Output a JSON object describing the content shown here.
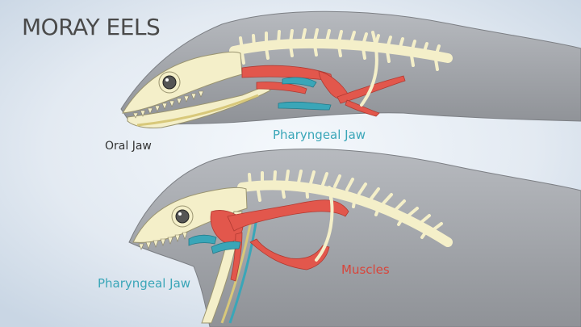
{
  "title": "MORAY EELS",
  "labels": {
    "oral_jaw": "Oral Jaw",
    "pharyngeal_jaw_top": "Pharyngeal Jaw",
    "pharyngeal_jaw_bottom": "Pharyngeal Jaw",
    "muscles": "Muscles"
  },
  "colors": {
    "background": "#dfe7f0",
    "body": "#9ea1a6",
    "bone": "#f4efc9",
    "muscle": "#e2574c",
    "pharyngeal": "#3aa6b8",
    "label_pharyngeal": "#3aa6b8",
    "label_muscles": "#d8453b"
  }
}
